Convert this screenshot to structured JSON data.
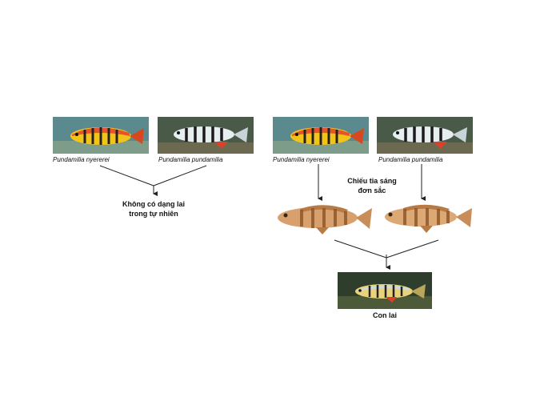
{
  "panel_left": {
    "species_a": "Pundamilia nyererei",
    "species_b": "Pundamilia pundamilia",
    "result_line1": "Không có dạng lai",
    "result_line2": "trong tự nhiên"
  },
  "panel_right": {
    "species_a": "Pundamilia nyererei",
    "species_b": "Pundamilia pundamilia",
    "treatment_line1": "Chiếu tia sáng",
    "treatment_line2": "đơn sắc",
    "offspring_label": "Con lai"
  },
  "colors": {
    "nyererei_body": "#e8542a",
    "nyererei_belly": "#f2c419",
    "pundamilia_body": "#e6eef0",
    "mono_fish": "#d7a06c",
    "water_left": "#5b8a8e",
    "water_right": "#4a5a48",
    "line": "#222222"
  }
}
